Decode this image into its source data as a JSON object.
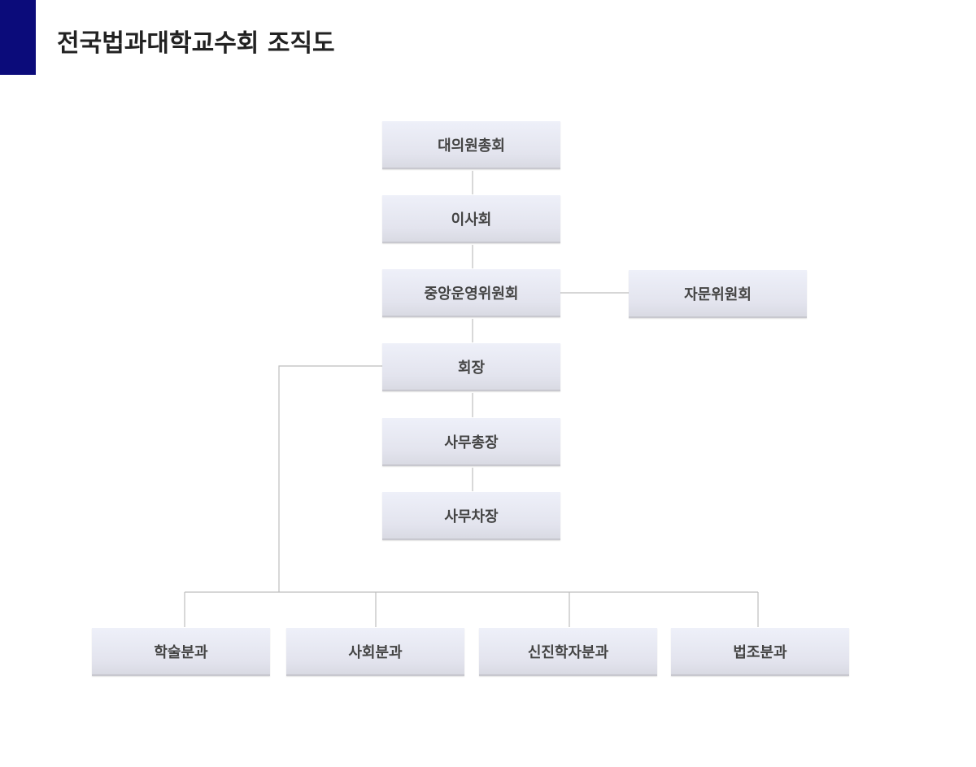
{
  "header": {
    "title": "전국법과대학교수회 조직도",
    "accent_color": "#0b0b7a"
  },
  "org_chart": {
    "nodes": {
      "general_assembly": "대의원총회",
      "board": "이사회",
      "central_committee": "중앙운영위원회",
      "advisory_committee": "자문위원회",
      "president": "회장",
      "secretary_general": "사무총장",
      "deputy_secretary": "사무차장",
      "academic_division": "학술분과",
      "social_division": "사회분과",
      "young_scholar_division": "신진학자분과",
      "legal_division": "법조분과"
    },
    "line_color": "#bdbdbd"
  }
}
